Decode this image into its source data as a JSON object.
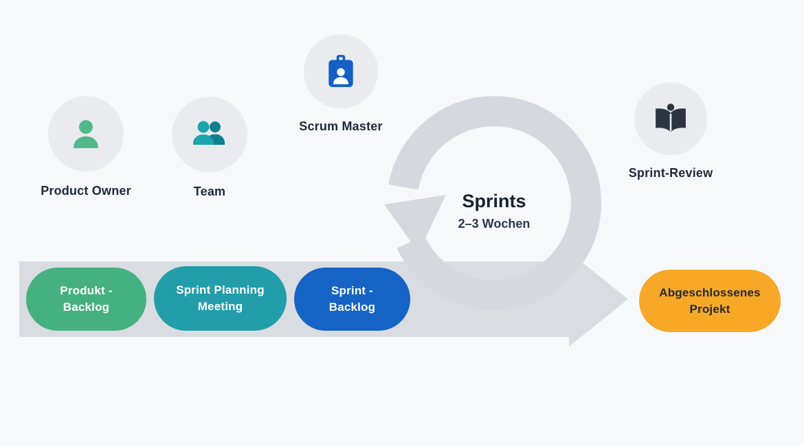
{
  "palette": {
    "background": "#f7f8fa",
    "circle_bg": "#e9ebef",
    "band_gray": "#d9dce1",
    "loop_gray": "#d5d8de",
    "text_dark": "#1e2a38",
    "green": "#45b181",
    "teal": "#219ea9",
    "blue": "#1563c5",
    "orange": "#f6a826",
    "icon_green": "#50b98a",
    "icon_teal": "#1ba4ad",
    "icon_teal_dark": "#0e7f8d",
    "icon_blue": "#1460c4",
    "icon_dark": "#2b3440"
  },
  "roles": [
    {
      "label": "Product Owner",
      "icon": "person-icon"
    },
    {
      "label": "Team",
      "icon": "people-icon"
    },
    {
      "label": "Scrum Master",
      "icon": "id-badge-icon"
    },
    {
      "label": "Sprint-Review",
      "icon": "open-book-icon"
    }
  ],
  "loop": {
    "title": "Sprints",
    "subtitle": "2–3 Wochen"
  },
  "stages": [
    {
      "line1": "Produkt -",
      "line2": "Backlog"
    },
    {
      "line1": "Sprint Planning",
      "line2": "Meeting"
    },
    {
      "line1": "Sprint -",
      "line2": "Backlog"
    }
  ],
  "result": {
    "line1": "Abgeschlossenes",
    "line2": "Projekt"
  }
}
